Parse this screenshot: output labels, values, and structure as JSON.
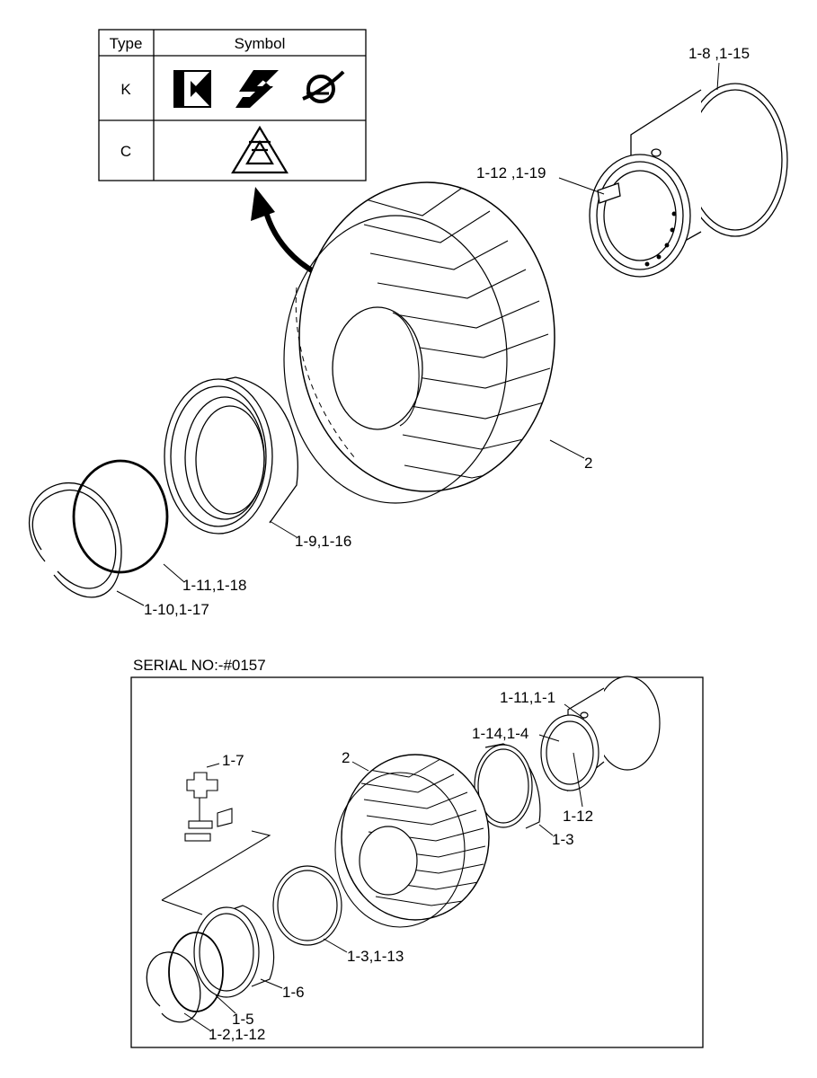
{
  "symbol_table": {
    "header_type": "Type",
    "header_symbol": "Symbol",
    "rows": [
      {
        "type": "K",
        "symbols": [
          "K-logo",
          "R-logo",
          "globe-logo"
        ]
      },
      {
        "type": "C",
        "symbols": [
          "triangle-logo"
        ]
      }
    ]
  },
  "upper_labels": {
    "rim_outer": "1-8 ,1-15",
    "lock_ring_key": "1-12 ,1-19",
    "tire": "2",
    "bead_seat": "1-9,1-16",
    "o_ring": "1-11,1-18",
    "lock_ring": "1-10,1-17"
  },
  "lower": {
    "serial": "SERIAL NO:-#0157",
    "labels": {
      "rim": "1-11,1-1",
      "rim_inner": "1-14,1-4",
      "tire": "2",
      "valve": "1-7",
      "flange_right": "1-3",
      "key": "1-12",
      "flange_left": "1-3,1-13",
      "bead_seat": "1-6",
      "o_ring": "1-5",
      "lock_ring": "1-2,1-12"
    }
  }
}
